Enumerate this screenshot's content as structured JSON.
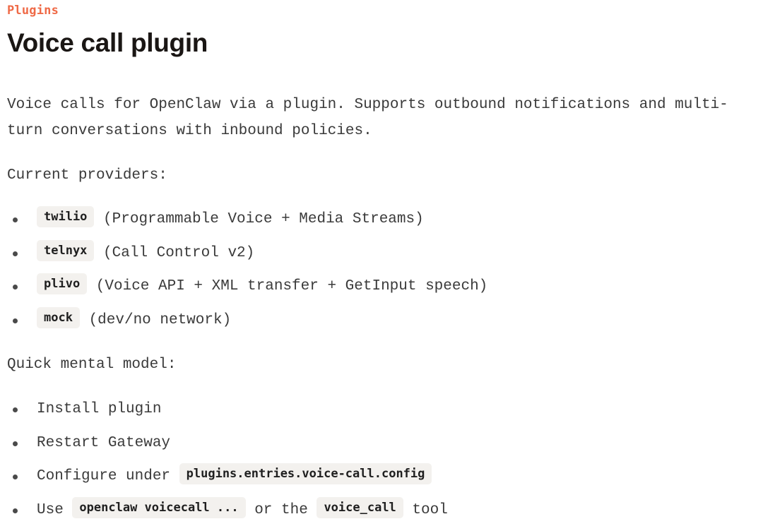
{
  "breadcrumb": "Plugins",
  "title": "Voice call plugin",
  "intro": "Voice calls for OpenClaw via a plugin. Supports outbound notifications and multi-turn conversations with inbound policies.",
  "intro_line1": "Voice calls for OpenClaw via a plugin. Supports outbound notifications and multi-",
  "intro_line2": "turn conversations with inbound policies.",
  "providers_heading": "Current providers:",
  "providers": [
    {
      "code": "twilio",
      "desc": "(Programmable Voice + Media Streams)"
    },
    {
      "code": "telnyx",
      "desc": "(Call Control v2)"
    },
    {
      "code": "plivo",
      "desc": "(Voice API + XML transfer + GetInput speech)"
    },
    {
      "code": "mock",
      "desc": "(dev/no network)"
    }
  ],
  "model_heading": "Quick mental model:",
  "steps": [
    {
      "text": "Install plugin"
    },
    {
      "text": "Restart Gateway"
    },
    {
      "text": "Configure under",
      "code": "plugins.entries.voice-call.config"
    },
    {
      "text": "Use",
      "code": "openclaw voicecall ...",
      "text2": "or the",
      "code2": "voice_call",
      "text3": "tool"
    }
  ]
}
